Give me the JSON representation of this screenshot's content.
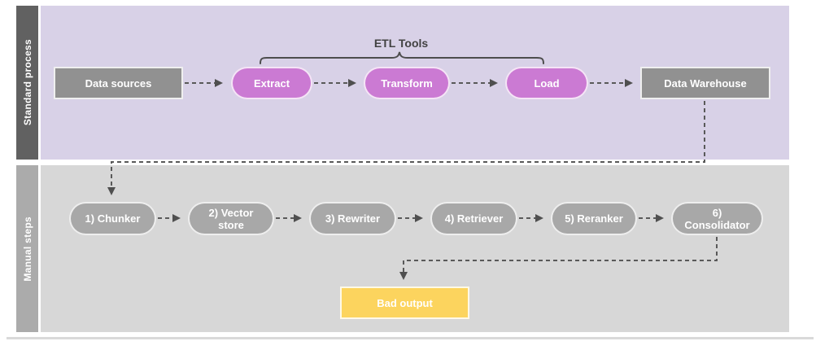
{
  "lanes": {
    "standard": {
      "label": "Standard process",
      "brace_label": "ETL Tools",
      "nodes": {
        "data_sources": "Data sources",
        "extract": "Extract",
        "transform": "Transform",
        "load": "Load",
        "data_warehouse": "Data Warehouse"
      }
    },
    "manual": {
      "label": "Manual steps",
      "nodes": {
        "chunker": "1) Chunker",
        "vector_store": "2) Vector store",
        "rewriter": "3) Rewriter",
        "retriever": "4) Retriever",
        "reranker": "5) Reranker",
        "consolidator": "6) Consolidator",
        "bad_output": "Bad output"
      }
    }
  },
  "colors": {
    "standard_lane_bg": "#d8d1e7",
    "standard_lane_bar": "#616161",
    "manual_lane_bg": "#d7d7d7",
    "manual_lane_bar": "#ababab",
    "etl_pill": "#cb7ad3",
    "gray_box": "#919191",
    "gray_pill": "#a8a8a8",
    "bad_output_box": "#fcd45e",
    "connector": "#595959"
  }
}
